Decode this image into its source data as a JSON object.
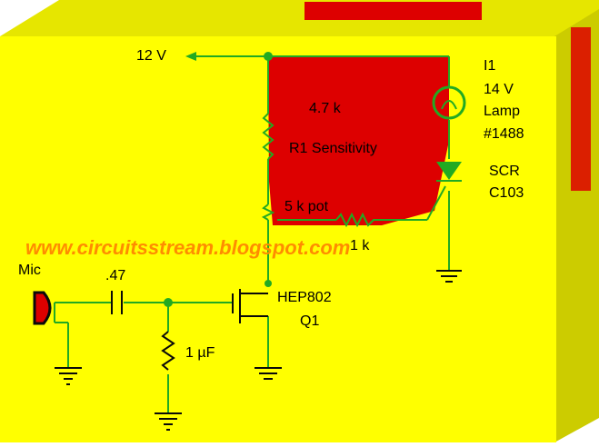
{
  "colors": {
    "background_front": "#ffff00",
    "background_top": "#e6e600",
    "background_side": "#cccc00",
    "fill_region": "#dd0000",
    "wire": "#22aa22",
    "ground": "#0a0a0a",
    "watermark": "#ff8c00"
  },
  "labels": {
    "supply": "12 V",
    "lamp_ref": "I1",
    "lamp_voltage": "14 V",
    "lamp_type": "Lamp",
    "lamp_part": "#1488",
    "scr_type": "SCR",
    "scr_part": "C103",
    "r_value": "4.7 k",
    "r_name": "R1 Sensitivity",
    "pot": "5 k pot",
    "r2_value": "1 k",
    "mic": "Mic",
    "cap1": ".47",
    "cap2": "1 µF",
    "transistor": "HEP802",
    "transistor_ref": "Q1"
  },
  "watermark": "www.circuitsstream.blogspot.com",
  "icons": [
    "microphone-icon",
    "lamp-icon",
    "scr-icon",
    "transistor-icon",
    "ground-icon",
    "resistor-icon",
    "capacitor-icon"
  ]
}
